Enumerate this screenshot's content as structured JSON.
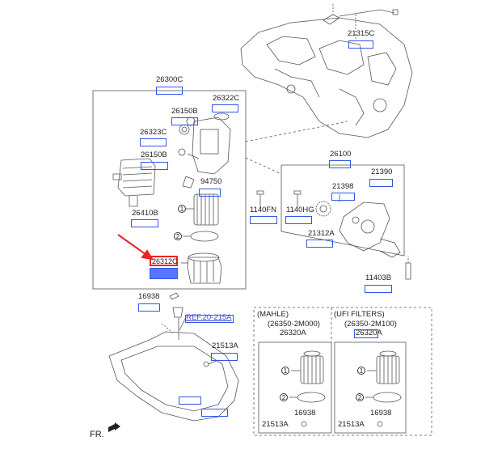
{
  "labels": {
    "p21315C": "21315C",
    "p26300C": "26300C",
    "p26322C": "26322C",
    "p26150B_top": "26150B",
    "p26323C": "26323C",
    "p26150B_mid": "26150B",
    "p26100": "26100",
    "p21390": "21390",
    "p94750": "94750",
    "p21398": "21398",
    "p1140FN": "1140FN",
    "p1140HG": "1140HG",
    "p26410B": "26410B",
    "p21312A": "21312A",
    "p26312C": "26312C",
    "p11403B": "11403B",
    "p16938_main": "16938",
    "ref": "REF.20-215A",
    "p21513A_main": "21513A",
    "fr": "FR."
  },
  "circles": {
    "one": "1",
    "two": "2"
  },
  "mahle": {
    "brand": "(MAHLE)",
    "code": "(26350-2M000)",
    "part": "26320A",
    "p16938": "16938",
    "p21513A": "21513A"
  },
  "ufi": {
    "brand": "(UFI FILTERS)",
    "code": "(26350-2M100)",
    "part": "26320A",
    "p16938": "16938",
    "p21513A": "21513A"
  },
  "colors": {
    "highlight": "#3355ee",
    "arrow": "#ee2222",
    "line": "#555555"
  }
}
